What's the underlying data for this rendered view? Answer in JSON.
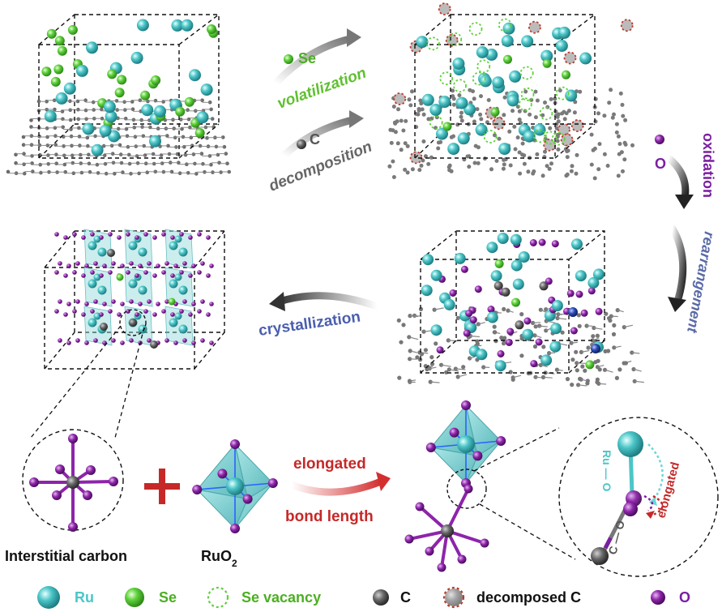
{
  "labels": {
    "se": "Se",
    "volatilization": "volatilization",
    "c": "C",
    "decomposition": "decomposition",
    "o": "O",
    "oxidation": "oxidation",
    "rearrangement": "rearrangement",
    "crystallization": "crystallization",
    "elongated": "elongated",
    "bond_length": "bond length",
    "interstitial_carbon": "Interstitial carbon",
    "ruo2": "RuO",
    "ruo2_sub": "2",
    "ru_o": "Ru — O",
    "c_o": "C — O",
    "elongated_small": "elongated"
  },
  "legend": [
    {
      "label": "Ru",
      "color": "#4cc6c8"
    },
    {
      "label": "Se",
      "color": "#5fd13c"
    },
    {
      "label": "Se vacancy",
      "color": "#5fd13c"
    },
    {
      "label": "C",
      "color": "#555555"
    },
    {
      "label": "decomposed C",
      "color": "#c0392b"
    },
    {
      "label": "O",
      "color": "#7b1fa2"
    }
  ],
  "colors": {
    "ru": "#4cc6c8",
    "se": "#5fd13c",
    "carbon": "#555555",
    "oxygen": "#7b1fa2",
    "decomposed": "#c0392b",
    "crystal_label": "#4a5fae",
    "elongated_label": "#c62828"
  }
}
